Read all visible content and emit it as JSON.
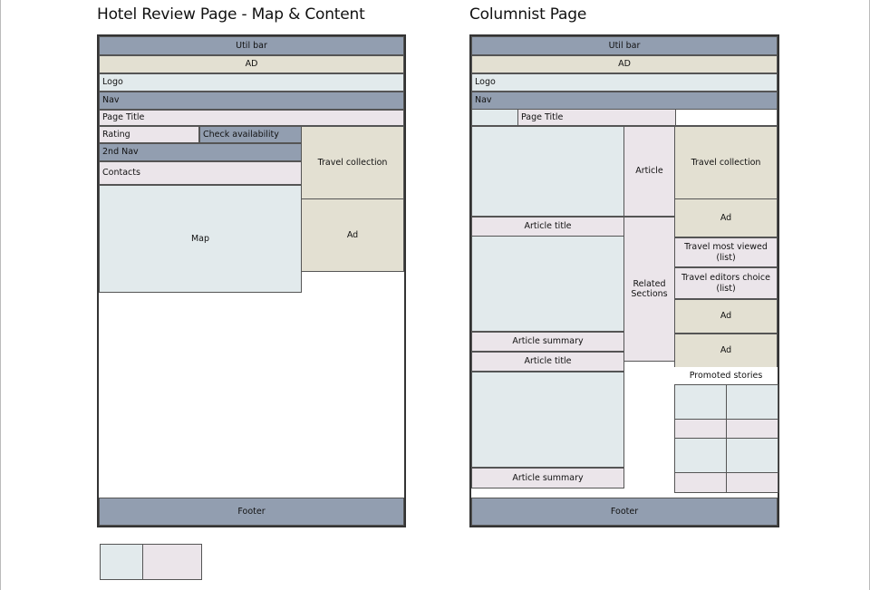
{
  "hotel": {
    "title": "Hotel Review Page - Map & Content",
    "util_bar": "Util bar",
    "ad_top": "AD",
    "logo": "Logo",
    "nav": "Nav",
    "page_title": "Page Title",
    "rating": "Rating",
    "check_availability": "Check availability",
    "second_nav": "2nd Nav",
    "contacts": "Contacts",
    "map": "Map",
    "travel_collection": "Travel collection",
    "ad_side": "Ad",
    "footer": "Footer"
  },
  "columnist": {
    "title": "Columnist Page",
    "util_bar": "Util bar",
    "ad_top": "AD",
    "logo": "Logo",
    "nav": "Nav",
    "page_title": "Page Title",
    "article": "Article",
    "article_title_1": "Article title",
    "article_summary_1": "Article summary",
    "article_title_2": "Article title",
    "article_summary_2": "Article summary",
    "related_sections": "Related Sections",
    "travel_collection": "Travel collection",
    "ad_1": "Ad",
    "travel_most_viewed": "Travel most viewed (list)",
    "travel_editors_choice": "Travel editors choice (list)",
    "ad_2": "Ad",
    "ad_3": "Ad",
    "promoted_stories": "Promoted stories",
    "footer": "Footer"
  },
  "colors": {
    "slate": "#929eb0",
    "beige": "#e3e0d2",
    "light_blue": "#e2eaec",
    "lavender": "#ebe5ea"
  }
}
